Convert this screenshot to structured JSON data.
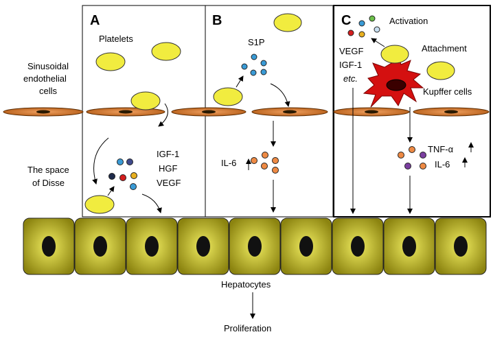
{
  "left_labels": {
    "endothelial_1": "Sinusoidal",
    "endothelial_2": "endothelial",
    "endothelial_3": "cells",
    "disse_1": "The space",
    "disse_2": "of Disse"
  },
  "panel_a": {
    "letter": "A",
    "platelets": "Platelets",
    "factor_1": "IGF-1",
    "factor_2": "HGF",
    "factor_3": "VEGF"
  },
  "panel_b": {
    "letter": "B",
    "s1p": "S1P",
    "il6": "IL-6"
  },
  "panel_c": {
    "letter": "C",
    "activation": "Activation",
    "attachment": "Attachment",
    "kupffer": "Kupffer cells",
    "factor_1": "VEGF",
    "factor_2": "IGF-1",
    "factor_3": "etc.",
    "tnf": "TNF-α",
    "il6": "IL-6"
  },
  "bottom": {
    "hepatocytes": "Hepatocytes",
    "proliferation": "Proliferation"
  },
  "colors": {
    "platelet": "#f1ec3f",
    "endothelial": "#d2691e",
    "hepatocyte": "#a8a020",
    "kupffer": "#d41010",
    "s1p_dot": "#3a9bd6",
    "il6_dot": "#ee8a44",
    "tnf_dot": "#7b3fa0"
  }
}
